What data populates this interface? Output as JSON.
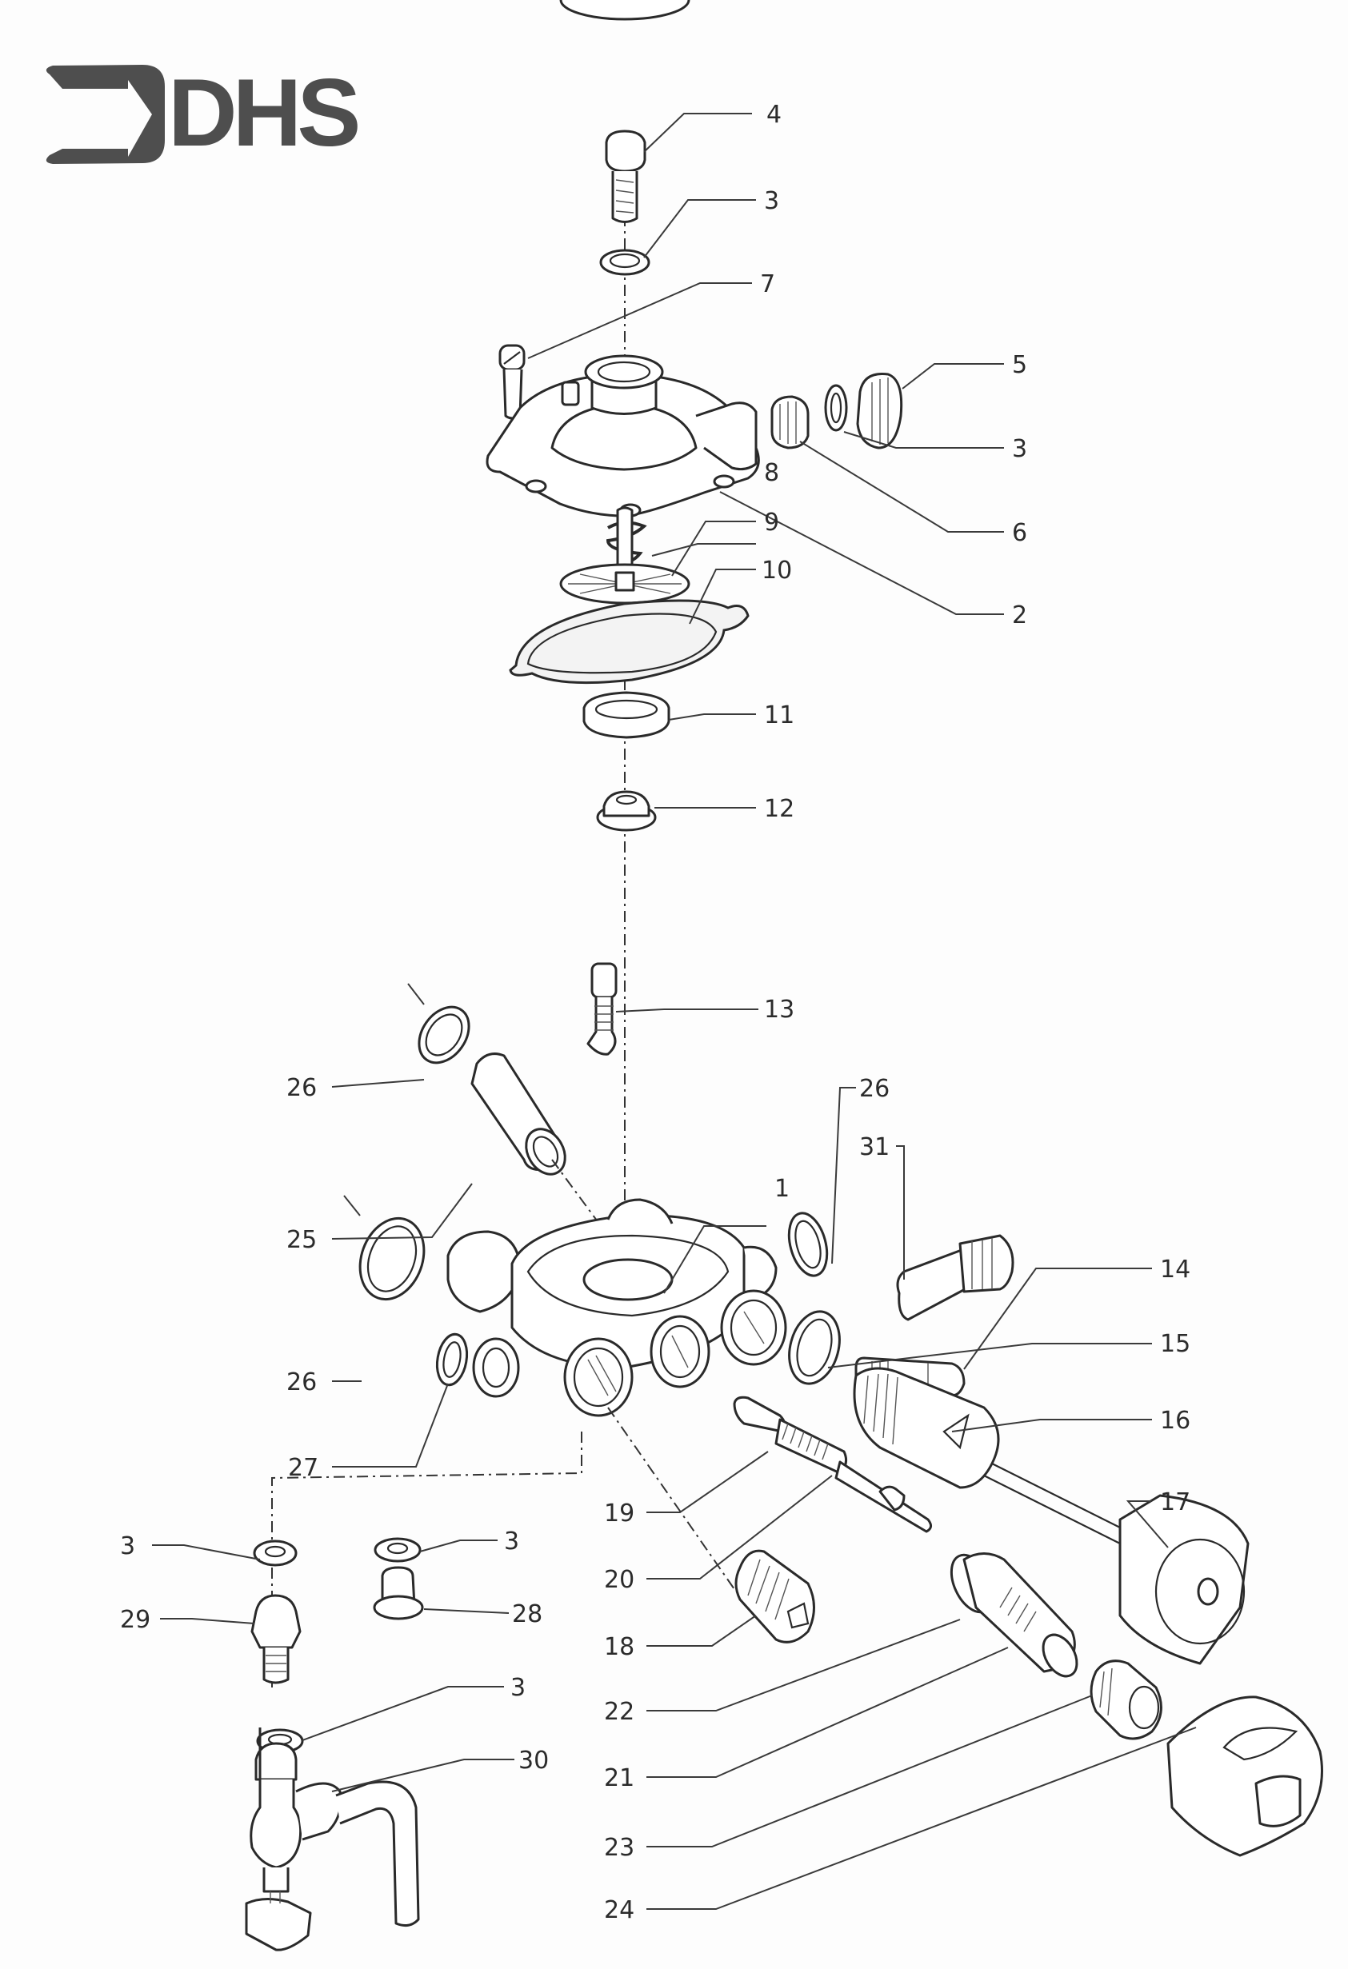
{
  "document": {
    "type": "exploded parts diagram",
    "brand": {
      "logo_text": "DHS",
      "logo_icon": "arrow-into-bracket-logo-icon",
      "logo_color": "#4e4e4e"
    }
  },
  "callouts": [
    {
      "id": "c4",
      "label": "4",
      "part": "hex-bolt"
    },
    {
      "id": "c3a",
      "label": "3",
      "part": "washer"
    },
    {
      "id": "c7",
      "label": "7",
      "part": "slotted-screw"
    },
    {
      "id": "c5",
      "label": "5",
      "part": "plug"
    },
    {
      "id": "c3b",
      "label": "3",
      "part": "washer"
    },
    {
      "id": "c6",
      "label": "6",
      "part": "threaded-nipple"
    },
    {
      "id": "c2",
      "label": "2",
      "part": "cover"
    },
    {
      "id": "c8",
      "label": "8",
      "part": "spring"
    },
    {
      "id": "c9",
      "label": "9",
      "part": "diaphragm-plate-with-stem"
    },
    {
      "id": "c10",
      "label": "10",
      "part": "diaphragm"
    },
    {
      "id": "c11",
      "label": "11",
      "part": "seat-ring"
    },
    {
      "id": "c12",
      "label": "12",
      "part": "bushing"
    },
    {
      "id": "c13",
      "label": "13",
      "part": "valve-pin"
    },
    {
      "id": "c26a",
      "label": "26",
      "part": "gasket-ring"
    },
    {
      "id": "c25",
      "label": "25",
      "part": "sleeve"
    },
    {
      "id": "c1",
      "label": "1",
      "part": "valve-body"
    },
    {
      "id": "c26b",
      "label": "26",
      "part": "gasket-ring"
    },
    {
      "id": "c26c",
      "label": "26",
      "part": "gasket-ring"
    },
    {
      "id": "c31",
      "label": "31",
      "part": "threaded-adapter"
    },
    {
      "id": "c14",
      "label": "14",
      "part": "nipple"
    },
    {
      "id": "c15",
      "label": "15",
      "part": "gasket-ring"
    },
    {
      "id": "c16",
      "label": "16",
      "part": "spindle-housing"
    },
    {
      "id": "c17",
      "label": "17",
      "part": "handwheel"
    },
    {
      "id": "c27",
      "label": "27",
      "part": "gasket-ring"
    },
    {
      "id": "c3c",
      "label": "3",
      "part": "washer"
    },
    {
      "id": "c29",
      "label": "29",
      "part": "hex-union"
    },
    {
      "id": "c3d",
      "label": "3",
      "part": "washer"
    },
    {
      "id": "c28",
      "label": "28",
      "part": "plug"
    },
    {
      "id": "c3e",
      "label": "3",
      "part": "washer"
    },
    {
      "id": "c30",
      "label": "30",
      "part": "drain-cock"
    },
    {
      "id": "c19",
      "label": "19",
      "part": "valve-stem"
    },
    {
      "id": "c20",
      "label": "20",
      "part": "spindle"
    },
    {
      "id": "c18",
      "label": "18",
      "part": "grub-plug"
    },
    {
      "id": "c22",
      "label": "22",
      "part": "o-ring"
    },
    {
      "id": "c21",
      "label": "21",
      "part": "spindle-sleeve"
    },
    {
      "id": "c23",
      "label": "23",
      "part": "gland-nut"
    },
    {
      "id": "c24",
      "label": "24",
      "part": "knob"
    }
  ]
}
